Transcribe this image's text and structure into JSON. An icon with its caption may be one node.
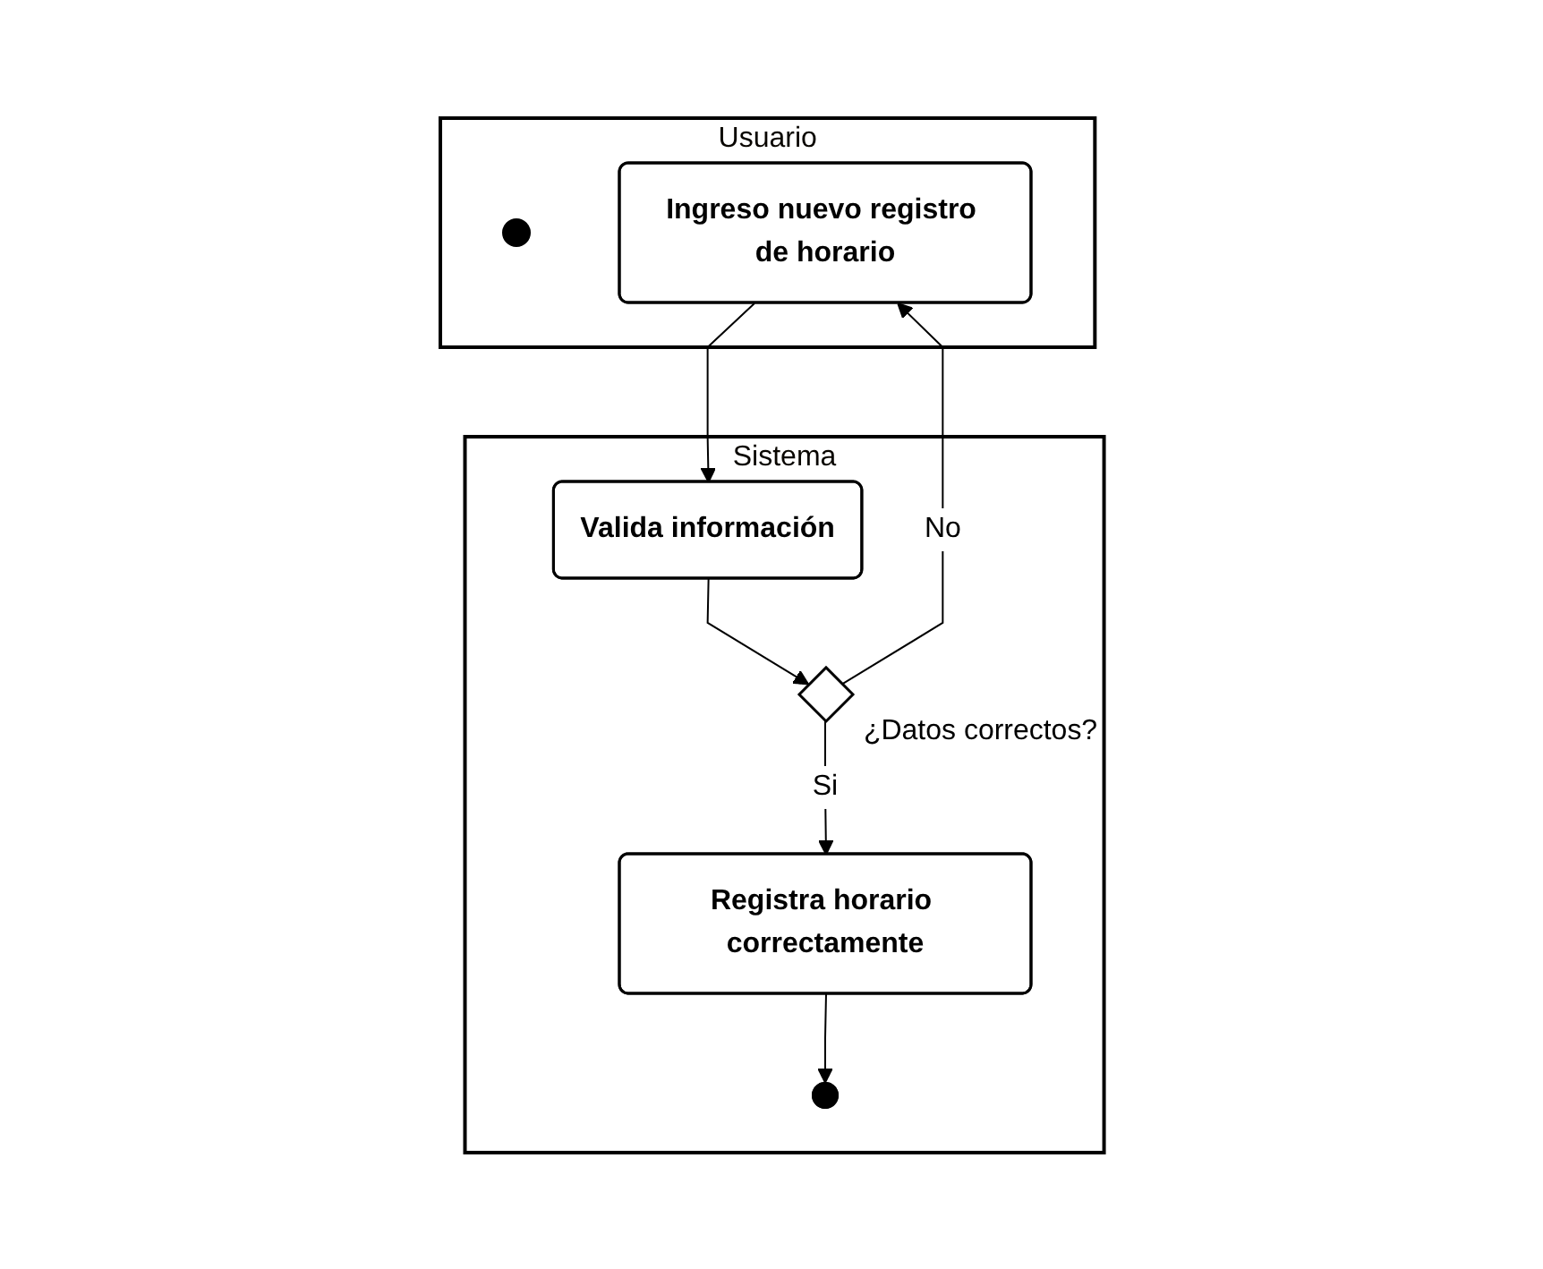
{
  "diagram": {
    "nodes": [
      {
        "text": [
          "Usuario"
        ]
      },
      {
        "text": [
          "Sistema"
        ]
      },
      {
        "text": [],
        "shape": "circle",
        "in": 0
      },
      {
        "text": [
          "Ingreso nuevo registro de horario"
        ],
        "in": 0
      },
      {
        "text": [
          "Valida información"
        ],
        "in": 1
      },
      {
        "text": [],
        "shape": "diamond",
        "in": 1,
        "beside": [
          "¿Datos correctos?"
        ]
      },
      {
        "text": [
          "Registra horario correctamente"
        ],
        "in": 1
      },
      {
        "text": [],
        "shape": "circle",
        "in": 1
      }
    ],
    "edges": [
      {
        "from": 3,
        "to": 4,
        "arrow": "to"
      },
      {
        "from": 4,
        "to": 5,
        "arrow": "to"
      },
      {
        "from": 5,
        "to": 3,
        "arrow": "to",
        "label": "No"
      },
      {
        "from": 5,
        "to": 6,
        "arrow": "to",
        "label": "Si"
      },
      {
        "from": 6,
        "to": 7,
        "arrow": "to"
      }
    ]
  }
}
